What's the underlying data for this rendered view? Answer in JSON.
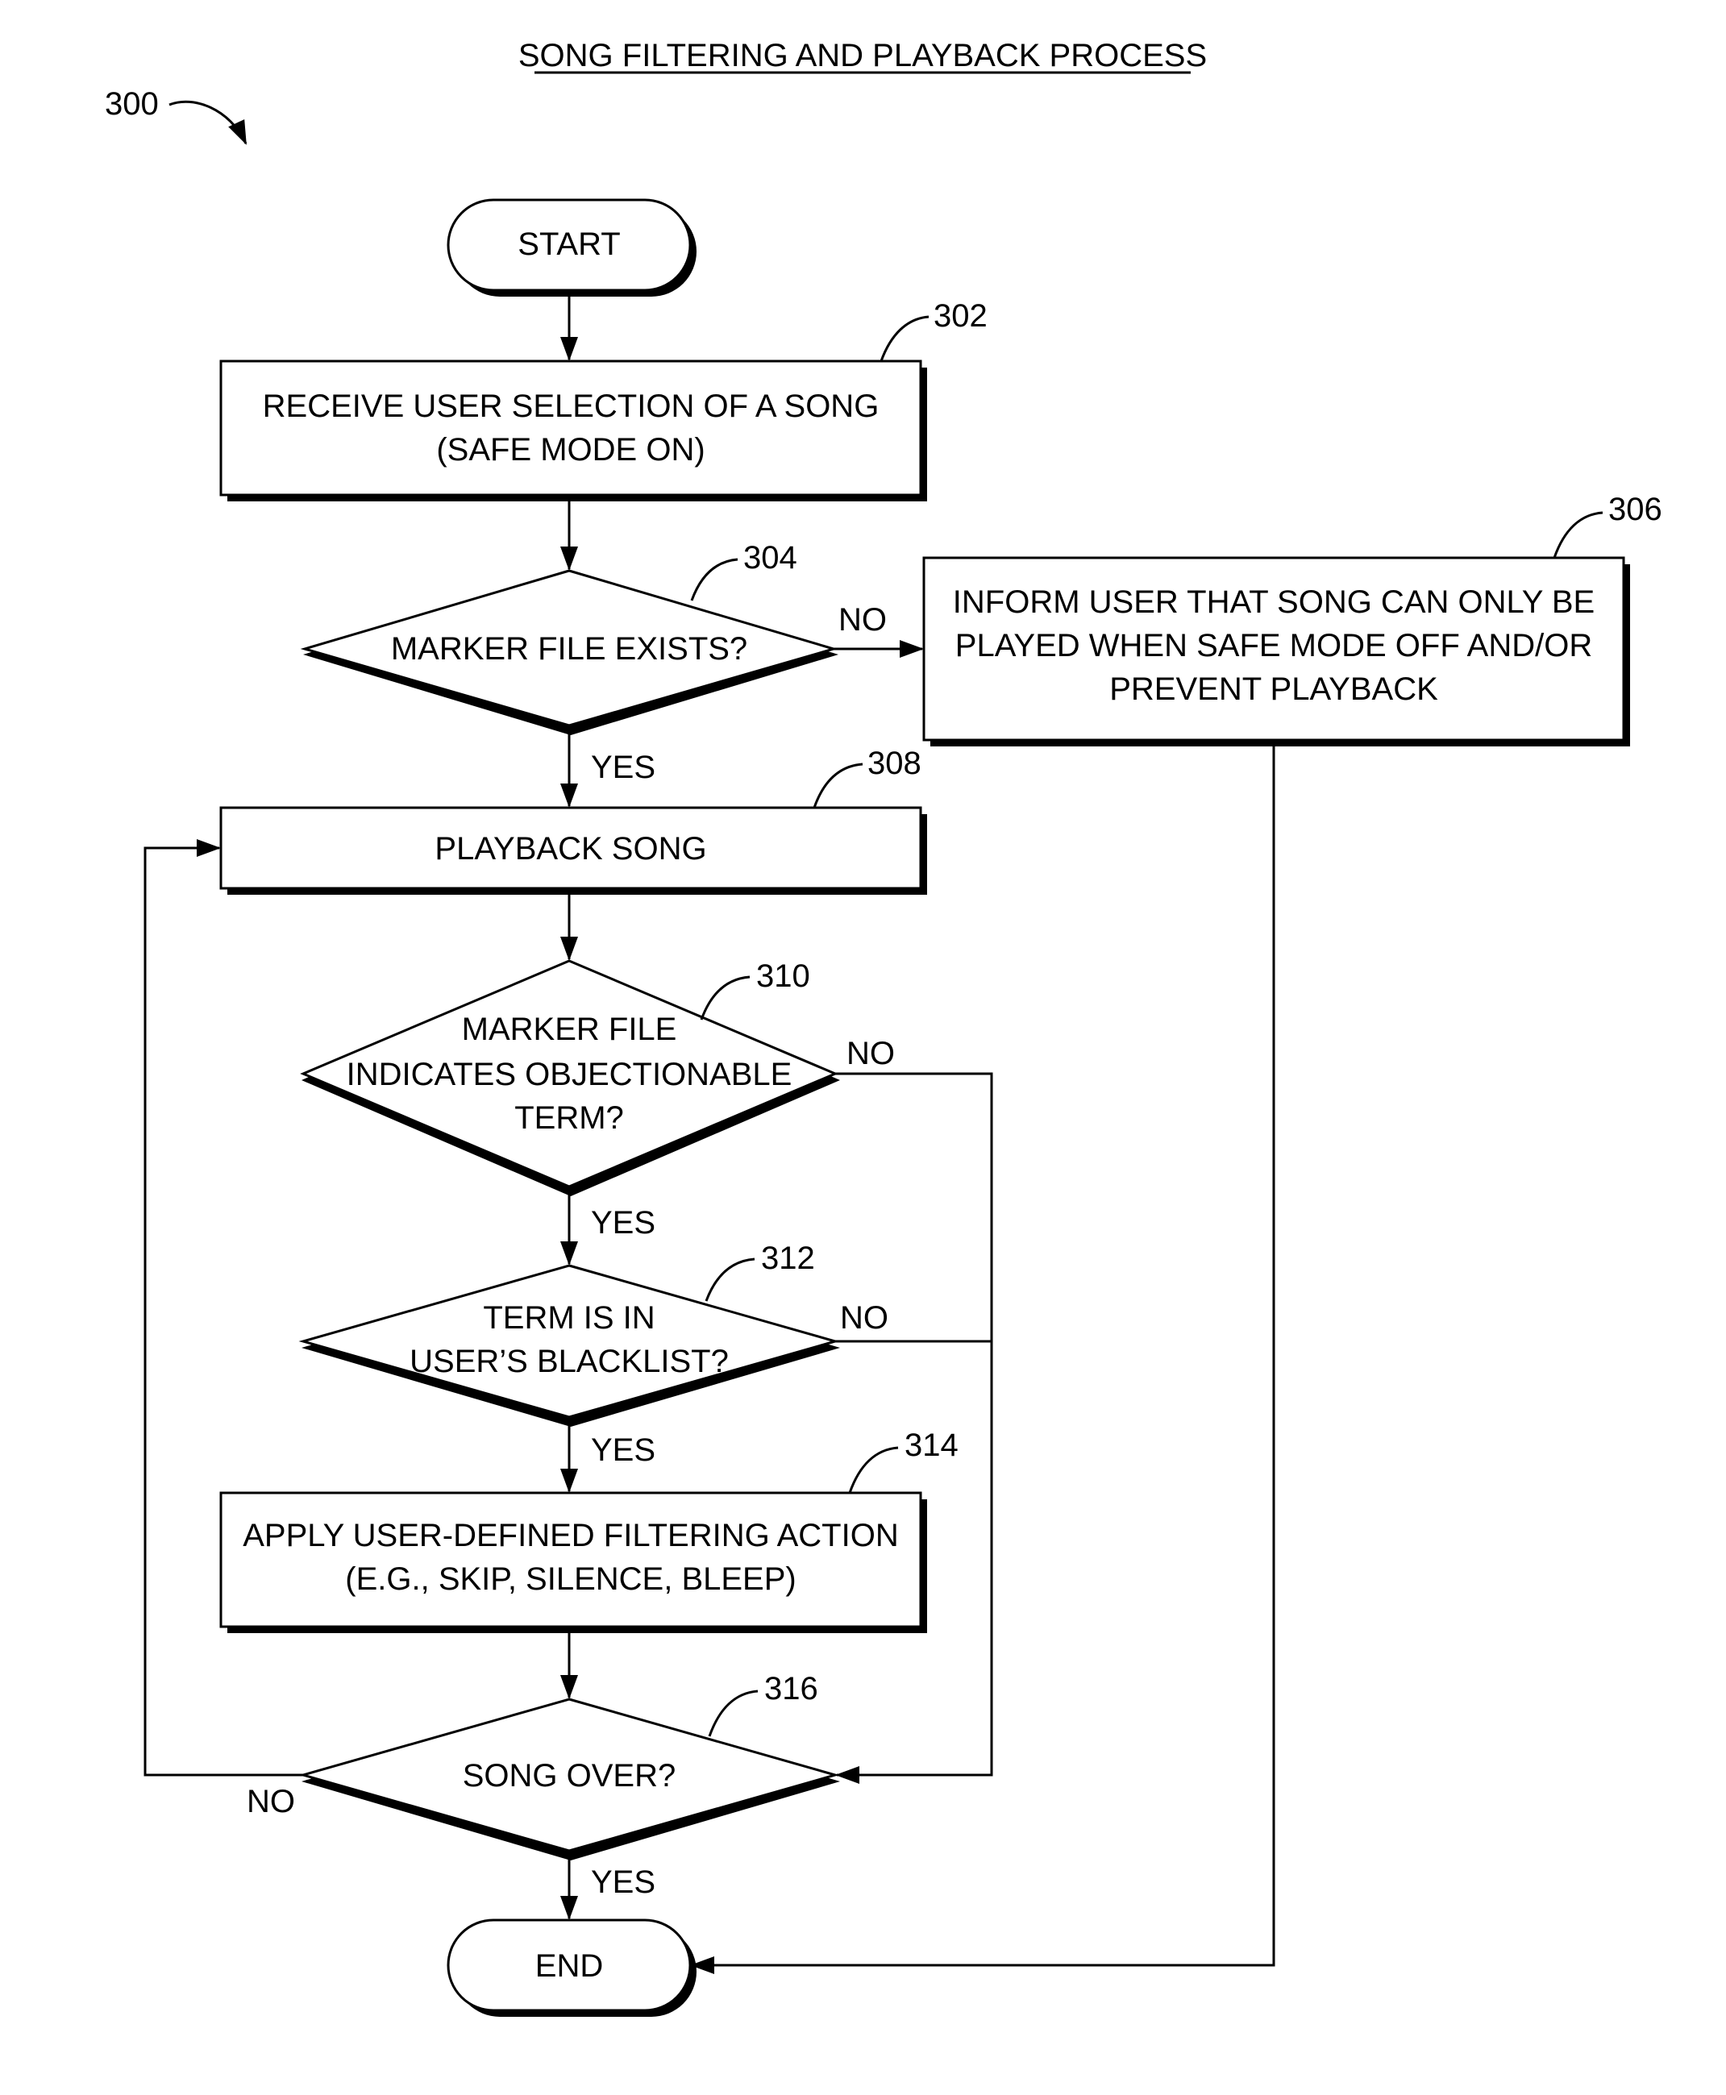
{
  "title": "SONG FILTERING AND PLAYBACK PROCESS",
  "figure_ref": "300",
  "nodes": {
    "start": {
      "label": "START"
    },
    "n302": {
      "ref": "302",
      "lines": [
        "RECEIVE USER SELECTION OF A SONG",
        "(SAFE MODE ON)"
      ]
    },
    "n304": {
      "ref": "304",
      "lines": [
        "MARKER FILE EXISTS?"
      ]
    },
    "n306": {
      "ref": "306",
      "lines": [
        "INFORM USER THAT SONG CAN ONLY BE",
        "PLAYED WHEN SAFE MODE OFF AND/OR",
        "PREVENT PLAYBACK"
      ]
    },
    "n308": {
      "ref": "308",
      "lines": [
        "PLAYBACK SONG"
      ]
    },
    "n310": {
      "ref": "310",
      "lines": [
        "MARKER FILE",
        "INDICATES OBJECTIONABLE",
        "TERM?"
      ]
    },
    "n312": {
      "ref": "312",
      "lines": [
        "TERM IS IN",
        "USER’S BLACKLIST?"
      ]
    },
    "n314": {
      "ref": "314",
      "lines": [
        "APPLY USER-DEFINED FILTERING ACTION",
        "(E.G., SKIP, SILENCE, BLEEP)"
      ]
    },
    "n316": {
      "ref": "316",
      "lines": [
        "SONG OVER?"
      ]
    },
    "end": {
      "label": "END"
    }
  },
  "edge_labels": {
    "e304_no": "NO",
    "e304_yes": "YES",
    "e310_no": "NO",
    "e310_yes": "YES",
    "e312_no": "NO",
    "e312_yes": "YES",
    "e316_no": "NO",
    "e316_yes": "YES"
  }
}
